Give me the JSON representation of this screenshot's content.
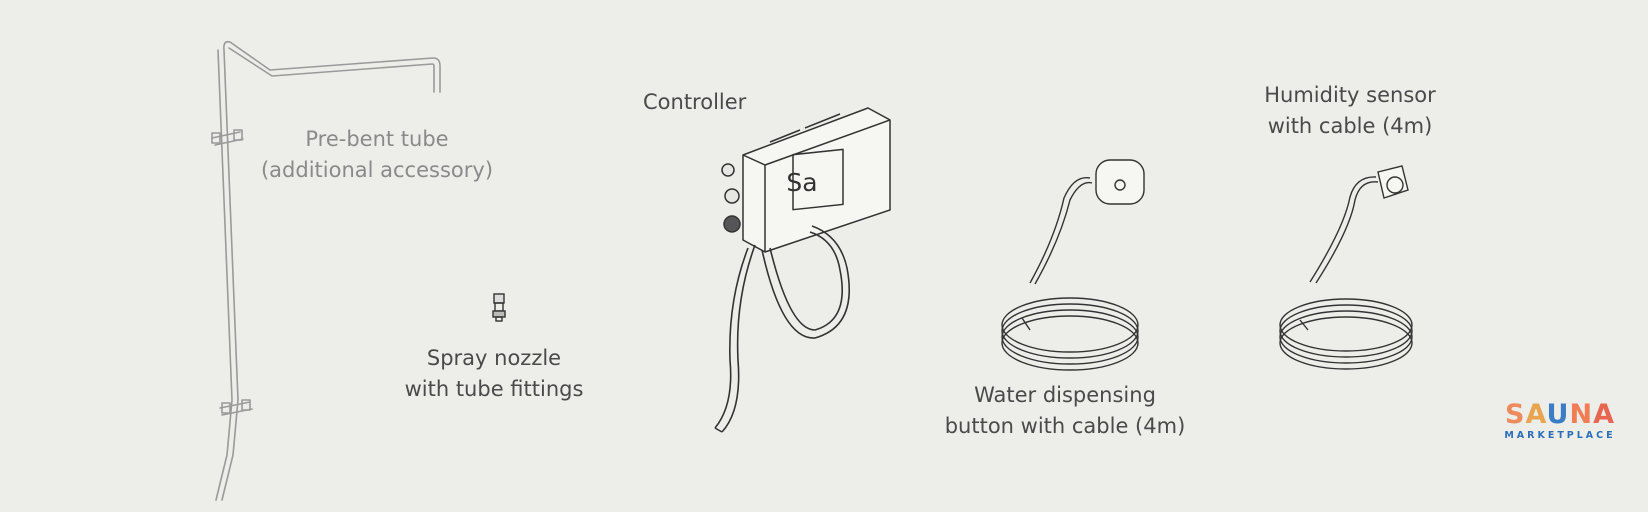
{
  "components": {
    "tube": {
      "line1": "Pre-bent tube",
      "line2": "(additional accessory)"
    },
    "nozzle": {
      "line1": "Spray nozzle",
      "line2": "with tube fittings"
    },
    "controller": {
      "line1": "Controller",
      "badge": "Sa"
    },
    "button": {
      "line1": "Water dispensing",
      "line2": "button with cable (4m)"
    },
    "sensor": {
      "line1": "Humidity sensor",
      "line2": "with cable (4m)"
    }
  },
  "logo": {
    "letters": [
      "S",
      "A",
      "U",
      "N",
      "A"
    ],
    "subtitle": "MARKETPLACE"
  },
  "colors": {
    "background": "#ededea",
    "text": "#4a4a4a",
    "muted_text": "#8a8a8a",
    "logo_blue": "#2b6fb8",
    "logo_orange": "#ef8a5c"
  }
}
